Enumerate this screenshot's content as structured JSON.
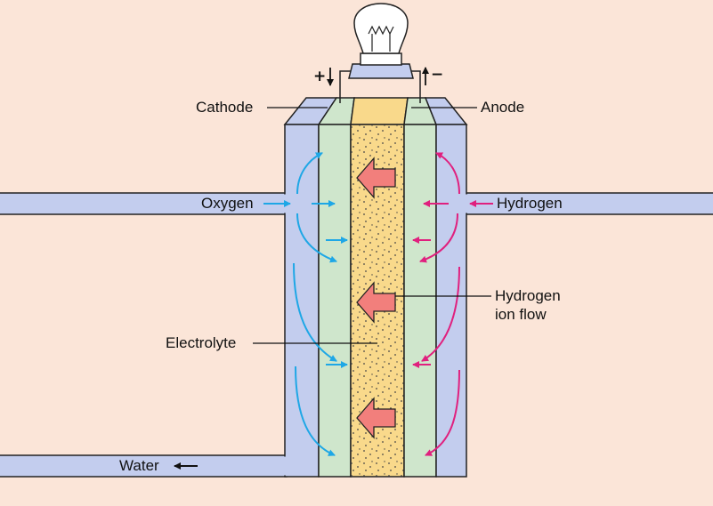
{
  "labels": {
    "cathode": "Cathode",
    "anode": "Anode",
    "oxygen": "Oxygen",
    "hydrogen": "Hydrogen",
    "hydrogen_ion_line1": "Hydrogen",
    "hydrogen_ion_line2": "ion flow",
    "electrolyte": "Electrolyte",
    "water": "Water"
  },
  "terminals": {
    "positive": "+",
    "negative": "−"
  },
  "colors": {
    "background": "#fbe5d8",
    "pipe": "#c3cdee",
    "electrode": "#cfe6cc",
    "electrolyte": "#f9d98b",
    "ion_arrow": "#f27f7c",
    "oxygen_flow": "#1ea7e6",
    "hydrogen_flow": "#e0207e"
  },
  "icons": {
    "bulb": "light-bulb-icon",
    "ion_arrow": "left-arrow-icon"
  }
}
